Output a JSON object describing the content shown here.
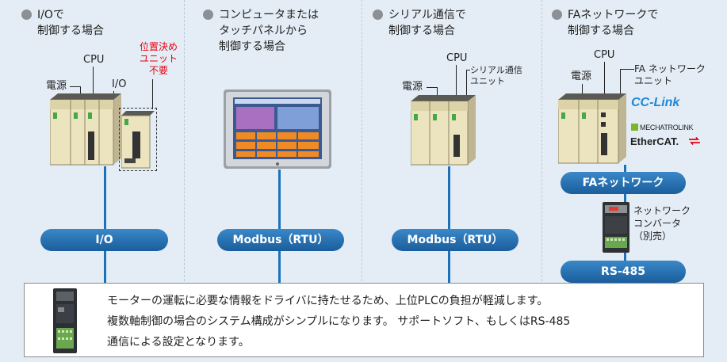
{
  "columns": [
    {
      "head_line1": "I/Oで",
      "head_line2": "制御する場合"
    },
    {
      "head_line1": "コンピュータまたは",
      "head_line2": "タッチパネルから",
      "head_line3": "制御する場合"
    },
    {
      "head_line1": "シリアル通信で",
      "head_line2": "制御する場合"
    },
    {
      "head_line1": "FAネットワークで",
      "head_line2": "制御する場合"
    }
  ],
  "col1": {
    "cpu_label": "CPU",
    "power_label": "電源",
    "io_label": "I/O",
    "red_note": [
      "位置決め",
      "ユニット",
      "不要"
    ],
    "bus_label": "I/O"
  },
  "col2": {
    "bus_label": "Modbus（RTU）"
  },
  "col3": {
    "cpu_label": "CPU",
    "power_label": "電源",
    "serial_unit_label": [
      "シリアル通信",
      "ユニット"
    ],
    "bus_label": "Modbus（RTU）"
  },
  "col4": {
    "cpu_label": "CPU",
    "power_label": "電源",
    "fa_unit_label": [
      "FA ネットワーク",
      "ユニット"
    ],
    "logos": {
      "cclink": "CC-Link",
      "mechatrolink": "MECHATROLINK",
      "ethercat": "EtherCAT."
    },
    "fa_bus_label": "FAネットワーク",
    "converter_label": [
      "ネットワーク",
      "コンバータ",
      "（別売）"
    ],
    "rs485_label": "RS-485"
  },
  "note": {
    "lines": [
      "モーターの運転に必要な情報をドライバに持たせるため、上位PLCの負担が軽減します。",
      "複数軸制御の場合のシステム構成がシンプルになります。 サポートソフト、もしくはRS-485",
      "通信による設定となります。"
    ]
  },
  "colors": {
    "background": "#e4edf5",
    "bus_blue": "#1d71b8",
    "pill_blue": "#1a5d9c",
    "warning_red": "#e60012",
    "plc_beige": "#ece3bf"
  }
}
